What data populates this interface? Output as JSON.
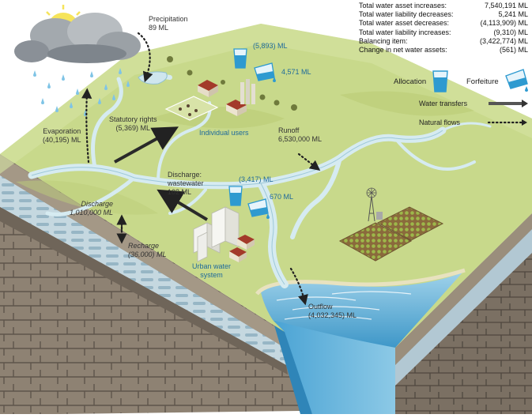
{
  "summary": {
    "rows": [
      {
        "label": "Total water asset increases:",
        "value": "7,540,191 ML"
      },
      {
        "label": "Total water liability decreases:",
        "value": "5,241 ML"
      },
      {
        "label": "Total water asset decreases:",
        "value": "(4,113,909) ML"
      },
      {
        "label": "Total water liability increases:",
        "value": "(9,310) ML"
      },
      {
        "label": "Balancing item:",
        "value": "(3,422,774) ML"
      },
      {
        "label": "Change in net water assets:",
        "value": "(561) ML"
      }
    ]
  },
  "legend": {
    "allocation": "Allocation",
    "forfeiture": "Forfeiture",
    "water_transfers": "Water transfers",
    "natural_flows": "Natural flows"
  },
  "labels": {
    "precipitation_title": "Precipitation",
    "precipitation_value": "89 ML",
    "evaporation_title": "Evaporation",
    "evaporation_value": "(40,195) ML",
    "statutory_title": "Statutory rights",
    "statutory_value": "(5,369) ML",
    "individual_alloc": "(5,893) ML",
    "individual_forf": "4,571 ML",
    "individual_users": "Individual users",
    "runoff_title": "Runoff",
    "runoff_value": "6,530,000 ML",
    "discharge_ww_title1": "Discharge:",
    "discharge_ww_title2": "wastewater",
    "discharge_ww_value": "102 ML",
    "urban_alloc": "(3,417) ML",
    "urban_forf": "670 ML",
    "gw_discharge_title": "Discharge",
    "gw_discharge_value": "1,010,000 ML",
    "recharge_title": "Recharge",
    "recharge_value": "(36,000) ML",
    "urban_system1": "Urban water",
    "urban_system2": "system",
    "outflow_title": "Outflow",
    "outflow_value": "(4,032,345) ML"
  },
  "colors": {
    "land": "#c9d98a",
    "river": "#cfe6ee",
    "water_blue": "#2e9ad0",
    "label_blue": "#1e6a9b",
    "rock": "#8c7f70",
    "aquifer": "#b9cfda"
  }
}
